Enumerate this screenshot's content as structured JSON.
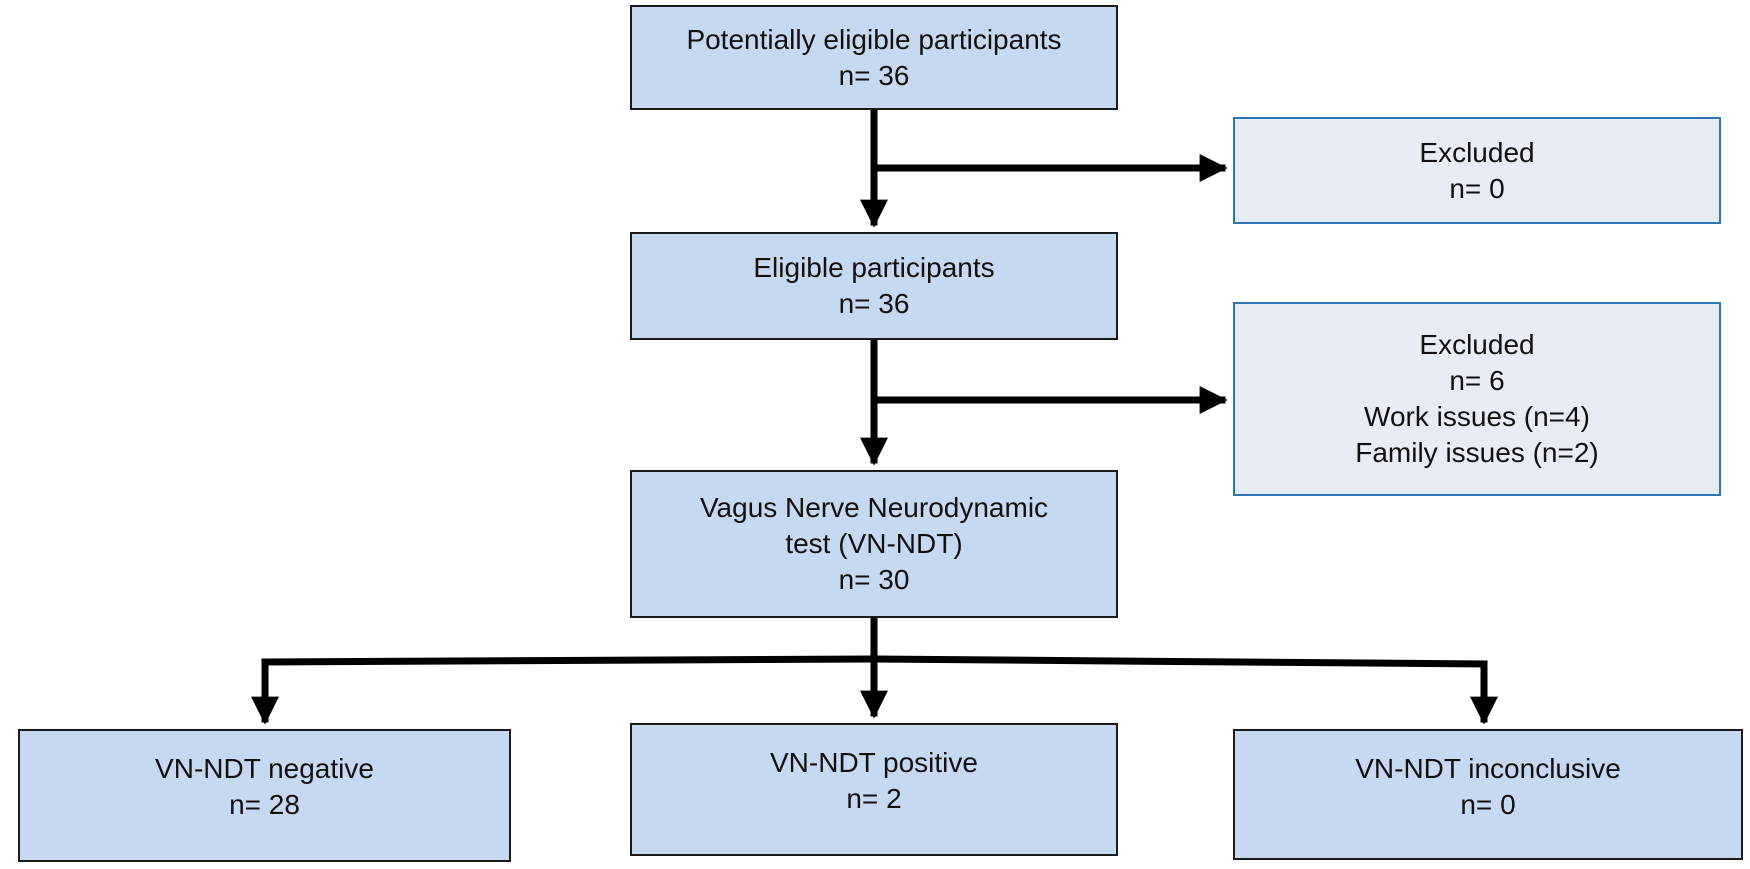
{
  "boxes": {
    "potential": {
      "label": "Potentially eligible participants",
      "count": "n= 36"
    },
    "excluded_1": {
      "label": "Excluded",
      "count": "n= 0"
    },
    "eligible": {
      "label": "Eligible participants",
      "count": "n= 36"
    },
    "excluded_2": {
      "label": "Excluded",
      "count": "n= 6",
      "reasons": [
        "Work issues (n=4)",
        "Family issues (n=2)"
      ]
    },
    "vn_ndt": {
      "label_line1": "Vagus Nerve Neurodynamic",
      "label_line2": "test (VN-NDT)",
      "count": "n= 30"
    },
    "negative": {
      "label": "VN-NDT negative",
      "count": "n= 28"
    },
    "positive": {
      "label": "VN-NDT positive",
      "count": "n= 2"
    },
    "inconclusive": {
      "label": "VN-NDT inconclusive",
      "count": "n= 0"
    }
  },
  "colors": {
    "main_fill": "#c6d9f1",
    "excluded_fill": "#e7ecf5",
    "excluded_border": "#2e75b6",
    "stroke": "#000000"
  }
}
